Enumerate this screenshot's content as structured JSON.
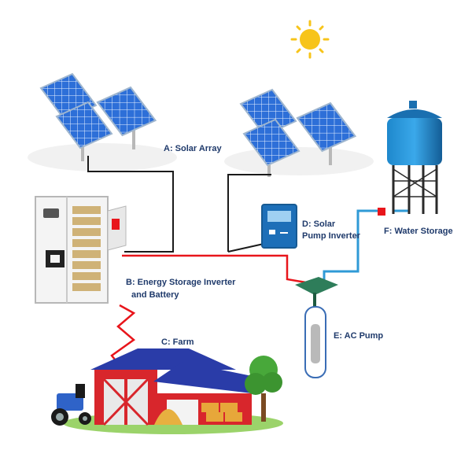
{
  "labels": {
    "solar_array": "A: Solar Array",
    "storage_line1": "B: Energy Storage Inverter",
    "storage_line2": "and Battery",
    "farm": "C: Farm",
    "pump_inverter_line1": "D: Solar",
    "pump_inverter_line2": "Pump Inverter",
    "ac_pump": "E: AC Pump",
    "water_storage": "F: Water Storage"
  },
  "colors": {
    "dc_wire": "#1a1a1a",
    "ac_wire": "#e8151b",
    "water_pipe": "#2f9ad6",
    "panel": "#2d6fd8",
    "tank": "#1a6fb0",
    "barn_roof": "#2a3ca8",
    "barn_wall": "#d8262c",
    "sun": "#f7c41a"
  },
  "icons": [
    "sun-icon",
    "solar-panel-icon",
    "battery-cabinet-icon",
    "pump-inverter-icon",
    "submersible-pump-icon",
    "water-tower-icon",
    "barn-icon",
    "tractor-icon",
    "tree-icon"
  ]
}
